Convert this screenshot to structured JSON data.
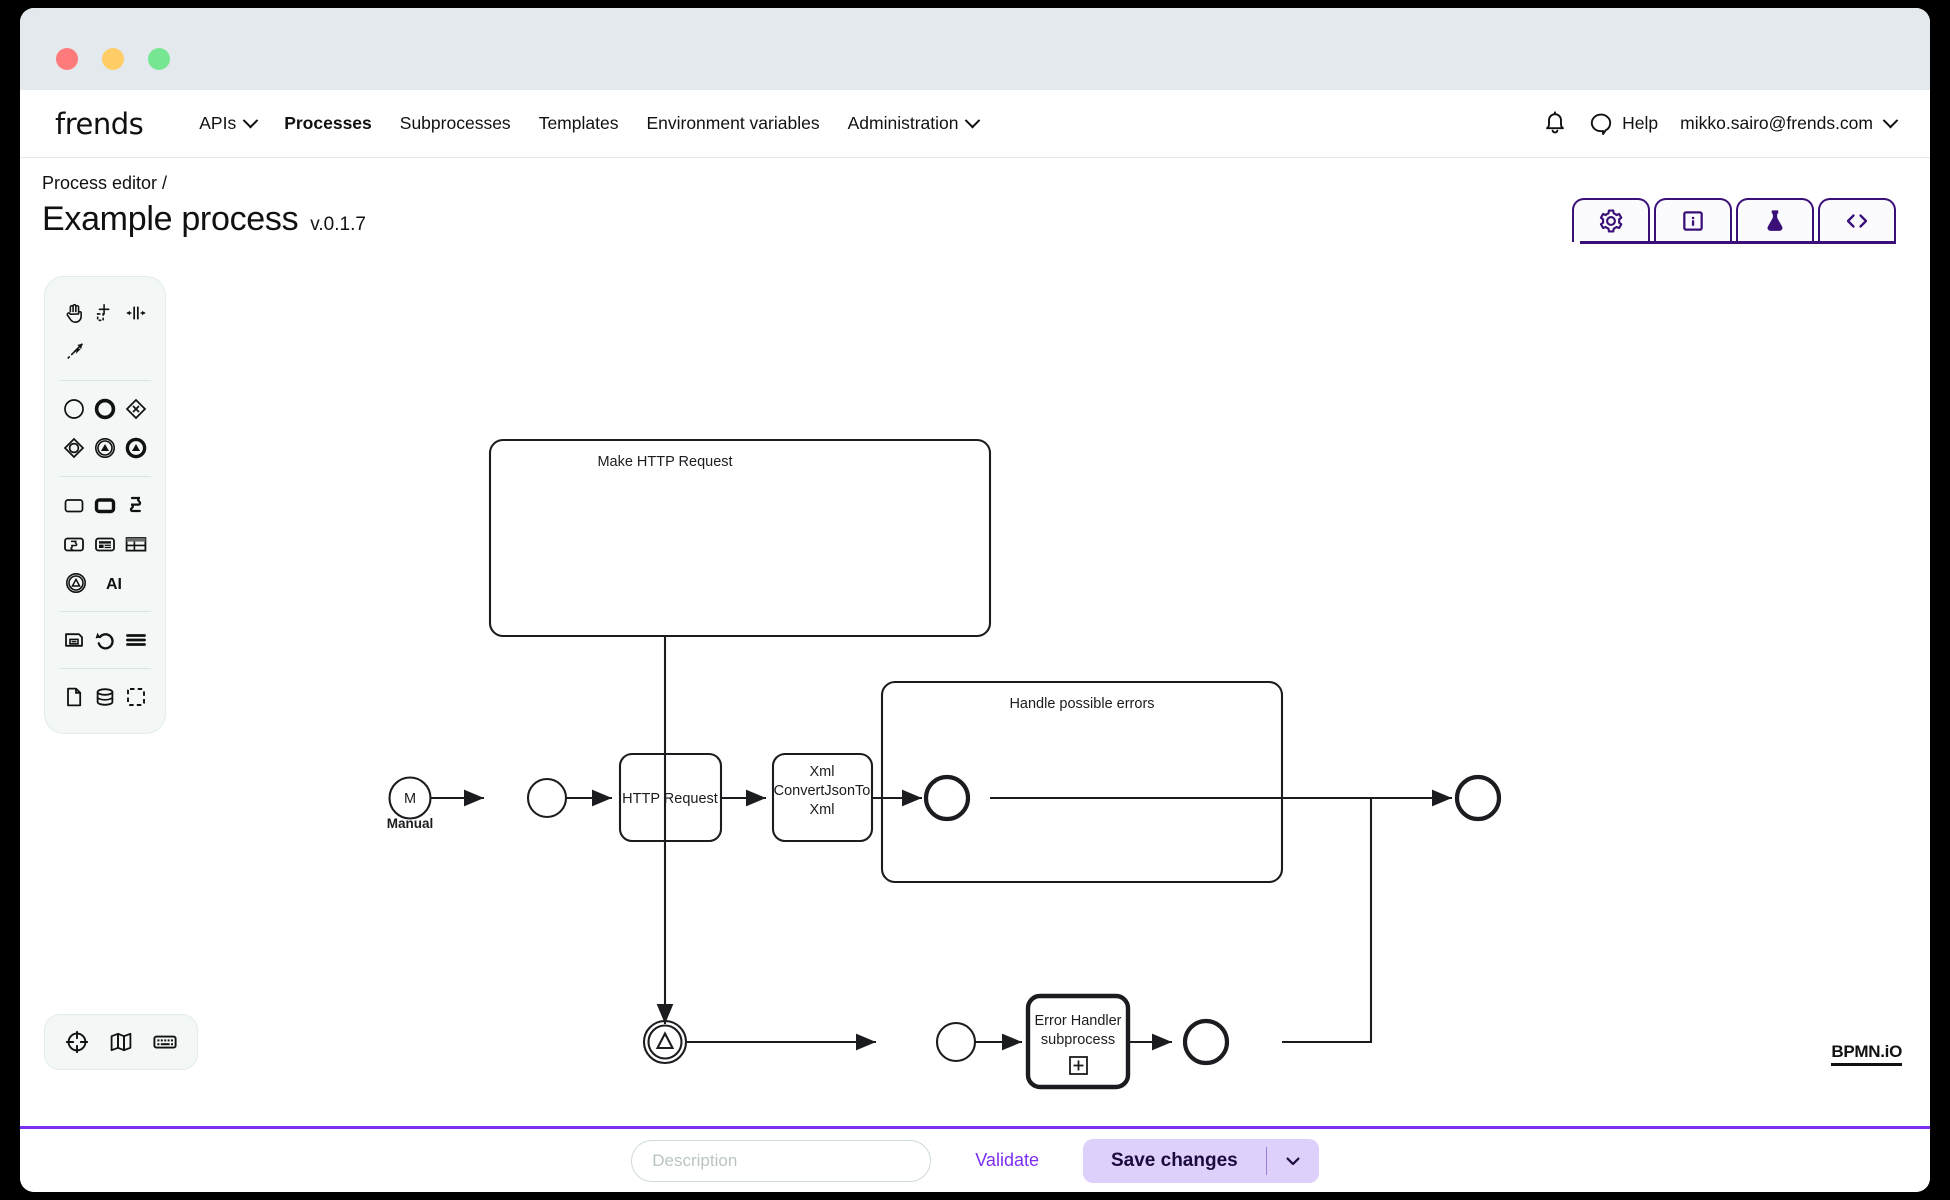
{
  "window": {
    "lights": [
      "close-red",
      "minimize-amber",
      "maximize-green"
    ]
  },
  "nav": {
    "brand": "frends",
    "items": [
      {
        "label": "APIs",
        "has_caret": true,
        "active": false
      },
      {
        "label": "Processes",
        "has_caret": false,
        "active": true
      },
      {
        "label": "Subprocesses",
        "has_caret": false,
        "active": false
      },
      {
        "label": "Templates",
        "has_caret": false,
        "active": false
      },
      {
        "label": "Environment variables",
        "has_caret": false,
        "active": false
      },
      {
        "label": "Administration",
        "has_caret": true,
        "active": false
      }
    ],
    "notifications_icon": "bell-icon",
    "help_label": "Help",
    "help_icon": "help-bubble-icon",
    "user_email": "mikko.sairo@frends.com"
  },
  "header": {
    "breadcrumb": "Process editor /",
    "title": "Example process",
    "version": "v.0.1.7"
  },
  "view_tabs": [
    {
      "name": "settings-tab",
      "icon": "gear-icon"
    },
    {
      "name": "info-tab",
      "icon": "info-box-icon"
    },
    {
      "name": "test-tab",
      "icon": "flask-icon"
    },
    {
      "name": "code-tab",
      "icon": "code-brackets-icon"
    }
  ],
  "palette": {
    "groups": [
      {
        "rows": [
          [
            "hand-tool-icon",
            "lasso-select-icon",
            "space-tool-icon"
          ],
          [
            "connect-tool-icon"
          ]
        ]
      },
      {
        "rows": [
          [
            "start-event-icon",
            "end-event-icon",
            "gateway-xor-icon"
          ],
          [
            "gateway-inclusive-icon",
            "intermediate-throw-event-icon",
            "end-escalation-event-icon"
          ]
        ]
      },
      {
        "rows": [
          [
            "task-icon",
            "task-bold-icon",
            "script-icon"
          ],
          [
            "script-task-icon",
            "user-task-icon",
            "table-task-icon"
          ],
          [
            "escalation-event-icon",
            "ai-task-icon"
          ]
        ]
      },
      {
        "rows": [
          [
            "save-icon",
            "undo-icon",
            "menu-icon"
          ]
        ]
      },
      {
        "rows": [
          [
            "document-icon",
            "database-icon",
            "group-icon"
          ]
        ]
      }
    ]
  },
  "canvas_controls": [
    "reset-zoom-icon",
    "minimap-icon",
    "keyboard-shortcuts-icon"
  ],
  "footer_logo": "BPMN.iO",
  "bottom_bar": {
    "description_placeholder": "Description",
    "description_value": "",
    "validate_label": "Validate",
    "save_label": "Save changes",
    "save_caret_icon": "chevron-down-icon"
  },
  "diagram": {
    "start_event": {
      "label": "M",
      "sublabel": "Manual"
    },
    "pools": [
      {
        "title": "Make HTTP Request"
      },
      {
        "title": "Handle possible errors"
      }
    ],
    "tasks": [
      {
        "label": "HTTP Request"
      },
      {
        "label": "Xml\nConvertJsonTo\nXml"
      },
      {
        "label": "Error Handler\nsubprocess",
        "marker": "expand-plus-icon"
      }
    ],
    "events": {
      "inner_start_1": "start-event",
      "inner_end_1": "end-event",
      "boundary_error": "intermediate-escalation-event",
      "inner_start_2": "start-event",
      "inner_end_2": "end-event",
      "process_end": "end-event"
    }
  },
  "colors": {
    "accent_purple": "#7b2ff2",
    "deep_purple": "#3a1078",
    "save_bg": "#ddd0fb",
    "titlebar": "#e4e9ed",
    "palette_bg": "#f3f8f6"
  }
}
